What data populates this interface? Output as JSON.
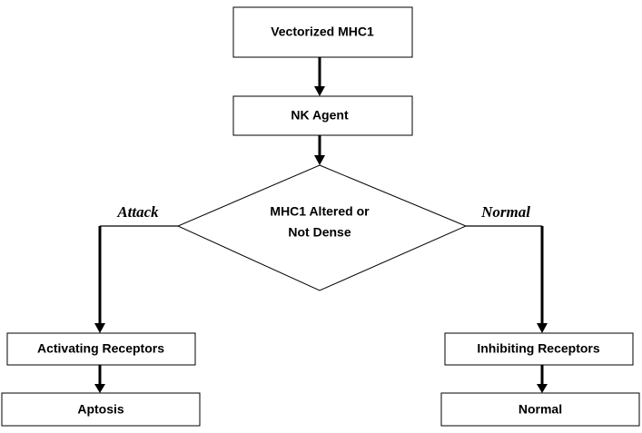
{
  "nodes": {
    "vectorized": "Vectorized MHC1",
    "nk_agent": "NK Agent",
    "decision_line1": "MHC1 Altered or",
    "decision_line2": "Not Dense",
    "activating": "Activating Receptors",
    "inhibiting": "Inhibiting Receptors",
    "aptosis": "Aptosis",
    "normal": "Normal"
  },
  "branches": {
    "left": "Attack",
    "right": "Normal"
  }
}
